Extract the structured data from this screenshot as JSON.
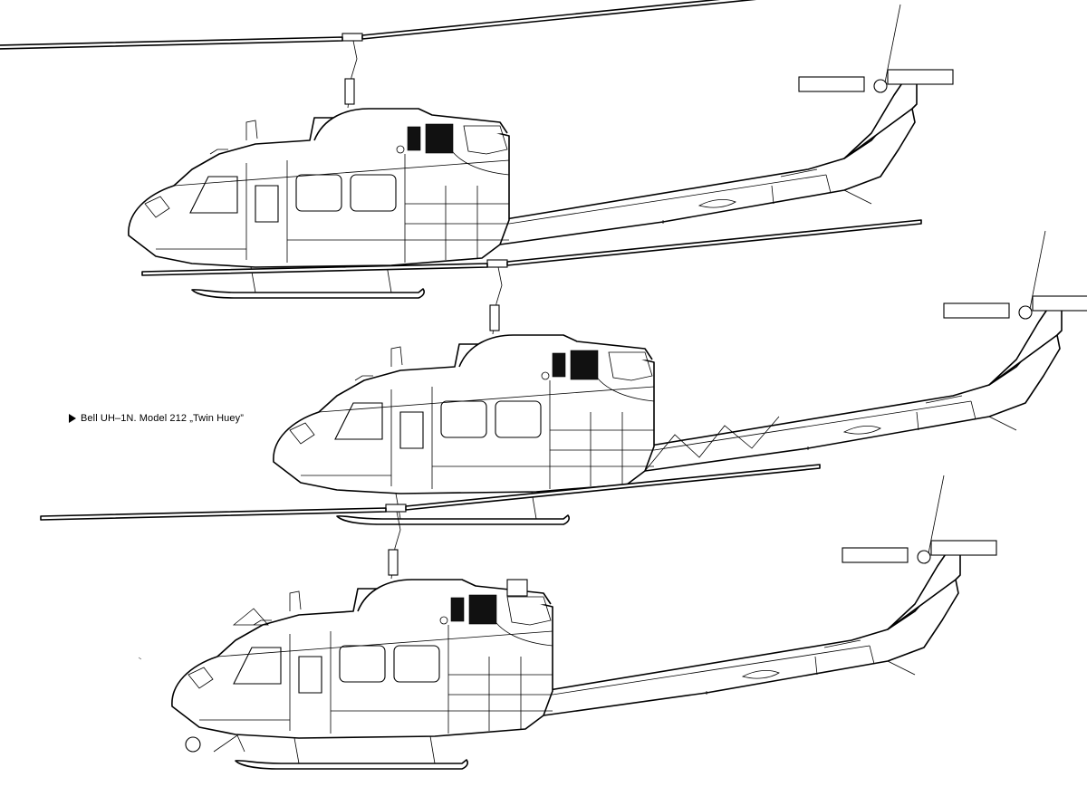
{
  "caption": {
    "text": "Bell UH–1N. Model 212 „Twin Huey”"
  },
  "drawings": [
    {
      "variant": "top"
    },
    {
      "variant": "middle"
    },
    {
      "variant": "bottom"
    }
  ],
  "colors": {
    "line": "#000000",
    "background": "#ffffff"
  }
}
